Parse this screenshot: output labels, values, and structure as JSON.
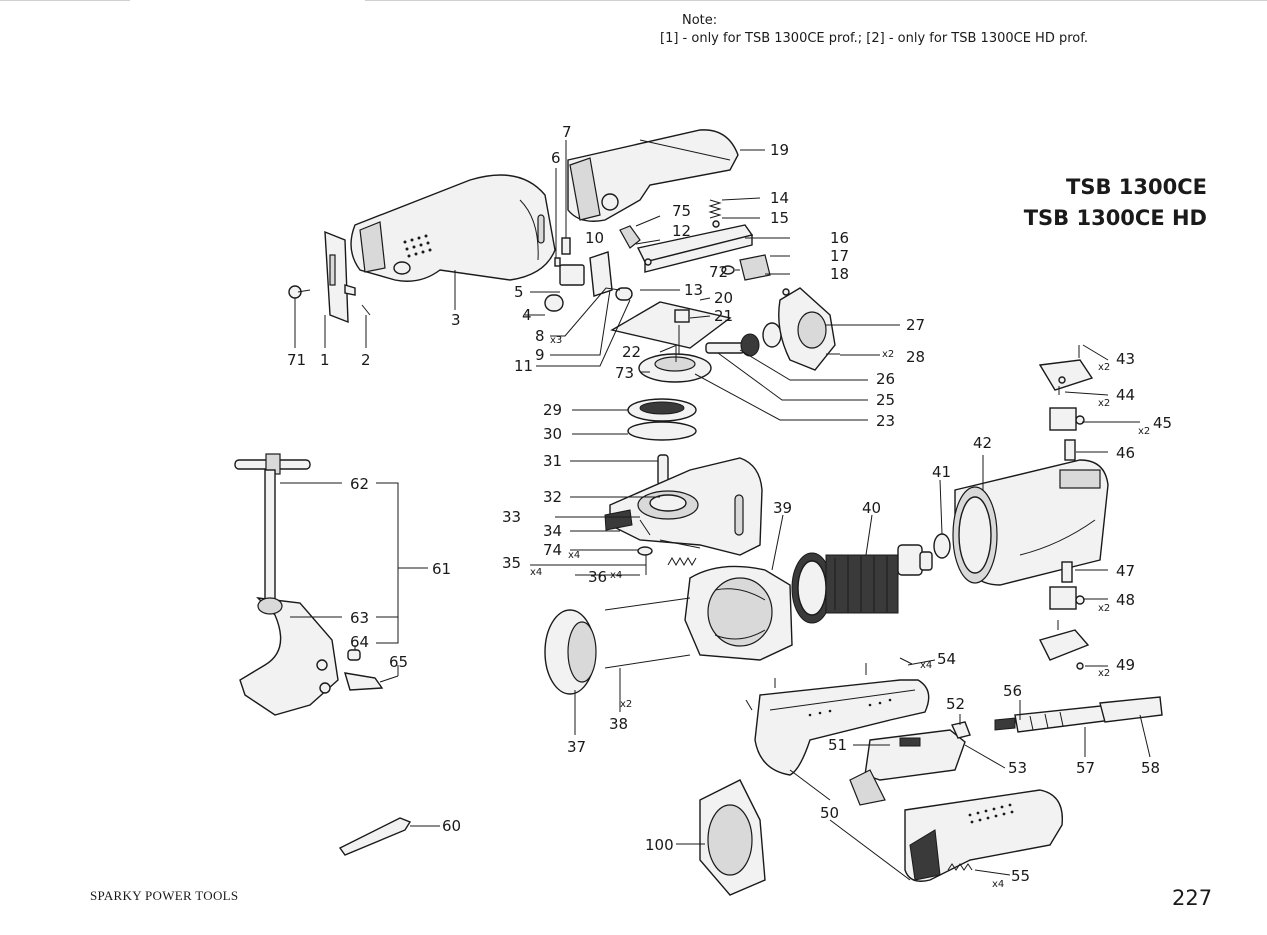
{
  "note": {
    "heading": "Note:",
    "text": "[1] - only for TSB 1300CE prof.; [2] - only for TSB 1300CE HD prof."
  },
  "titles": [
    "TSB 1300CE",
    "TSB 1300CE HD"
  ],
  "footer": {
    "brand": "SPARKY POWER TOOLS",
    "page": "227"
  },
  "labels": {
    "p1": "1",
    "p2": "2",
    "p3": "3",
    "p4": "4",
    "p5": "5",
    "p6": "6",
    "p7": "7",
    "p8": "8",
    "p9": "9",
    "p10": "10",
    "p11": "11",
    "p12": "12",
    "p13": "13",
    "p14": "14",
    "p15": "15",
    "p16": "16",
    "p17": "17",
    "p18": "18",
    "p19": "19",
    "p20": "20",
    "p21": "21",
    "p22": "22",
    "p23": "23",
    "p25": "25",
    "p26": "26",
    "p27": "27",
    "p28": "28",
    "p29": "29",
    "p30": "30",
    "p31": "31",
    "p32": "32",
    "p33": "33",
    "p34": "34",
    "p35": "35",
    "p36": "36",
    "p37": "37",
    "p38": "38",
    "p39": "39",
    "p40": "40",
    "p41": "41",
    "p42": "42",
    "p43": "43",
    "p44": "44",
    "p45": "45",
    "p46": "46",
    "p47": "47",
    "p48": "48",
    "p49": "49",
    "p50": "50",
    "p51": "51",
    "p52": "52",
    "p53": "53",
    "p54": "54",
    "p55": "55",
    "p56": "56",
    "p57": "57",
    "p58": "58",
    "p60": "60",
    "p61": "61",
    "p62": "62",
    "p63": "63",
    "p64": "64",
    "p65": "65",
    "p71": "71",
    "p72": "72",
    "p73": "73",
    "p74": "74",
    "p75": "75",
    "p100": "100"
  },
  "multipliers": {
    "m8": "x3",
    "m28": "x2",
    "m43": "x2",
    "m44": "x2",
    "m45": "x2",
    "m48": "x2",
    "m49": "x2",
    "m54": "x4",
    "m55": "x4",
    "m74": "x4",
    "m35": "x4",
    "m36": "x4",
    "m38": "x2"
  }
}
